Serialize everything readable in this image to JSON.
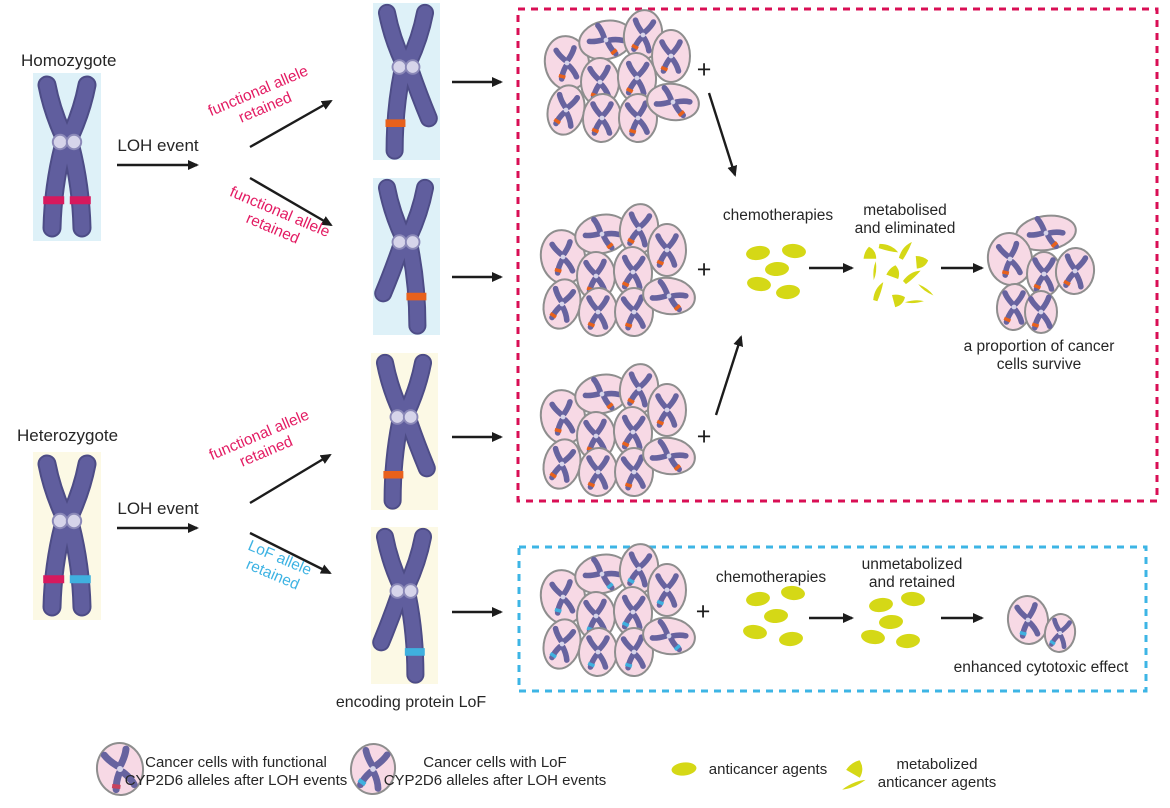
{
  "left_panel": {
    "homozygote": "Homozygote",
    "heterozygote": "Heterozygote",
    "loh_event": "LOH event"
  },
  "branches": {
    "functional_allele": [
      "functional allele",
      "retained"
    ],
    "lof_allele": [
      "LoF allele",
      "retained"
    ]
  },
  "middle": {
    "encoding_protein_lof": "encoding protein LoF"
  },
  "functional_pathway": {
    "plus": "+",
    "chemotherapies": "chemotherapies",
    "metabolised": [
      "metabolised",
      "and eliminated"
    ],
    "outcome": [
      "a proportion of cancer",
      "cells survive"
    ]
  },
  "lof_pathway": {
    "plus": "+",
    "chemotherapies": "chemotherapies",
    "unmetabolized": [
      "unmetabolized",
      "and retained"
    ],
    "outcome": "enhanced cytotoxic effect"
  },
  "legend": {
    "functional_cells": [
      "Cancer cells with functional",
      "CYP2D6 alleles after LOH events"
    ],
    "lof_cells": [
      "Cancer cells with LoF",
      "CYP2D6 alleles after LOH events"
    ],
    "anticancer_agents": "anticancer agents",
    "metabolized_agents": [
      "metabolized",
      "anticancer agents"
    ]
  },
  "colors": {
    "pink_label": "#e31c63",
    "blue_label": "#3eb3e3",
    "functional_box_border": "#d90f55",
    "lof_box_border": "#3db5e5",
    "chromosome_body": "#605e9e",
    "chromosome_outline": "#4d4c86",
    "mini_chromosome": "#67639f",
    "centromere_fill": "#d6d4ea",
    "functional_band": "#e8611c",
    "pink_band": "#d6195e",
    "lof_band": "#3fb0df",
    "legend_functional_band": "#c8425c",
    "cell_fill": "#f7d9e5",
    "cell_outline": "#8e8e8e",
    "drug_yellow": "#d5d816",
    "panel_blue": "#def1f8",
    "panel_cream": "#fcf9e5",
    "arrow_black": "#1c1c1c"
  }
}
